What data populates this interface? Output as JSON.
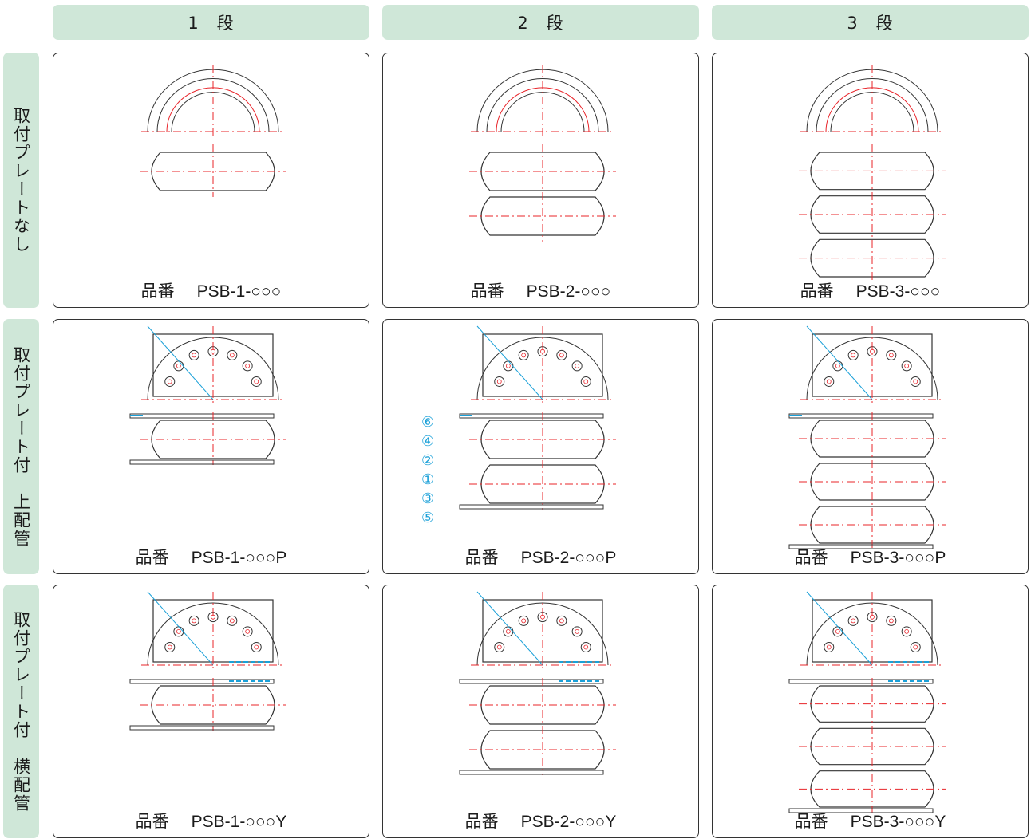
{
  "columns": [
    "1　段",
    "2　段",
    "3　段"
  ],
  "rows": [
    "取付プレートなし",
    "取付プレート付　上配管",
    "取付プレート付　横配管"
  ],
  "part_label": "品番",
  "part_numbers": [
    [
      "PSB-1-○○○",
      "PSB-2-○○○",
      "PSB-3-○○○"
    ],
    [
      "PSB-1-○○○P",
      "PSB-2-○○○P",
      "PSB-3-○○○P"
    ],
    [
      "PSB-1-○○○Y",
      "PSB-2-○○○Y",
      "PSB-3-○○○Y"
    ]
  ],
  "callouts": [
    "⑥",
    "④",
    "②",
    "①",
    "③",
    "⑤"
  ],
  "colors": {
    "header_bg": "#cfe7d8",
    "centerline": "#e8242a",
    "piping": "#1aa0d8",
    "outline": "#333333"
  }
}
